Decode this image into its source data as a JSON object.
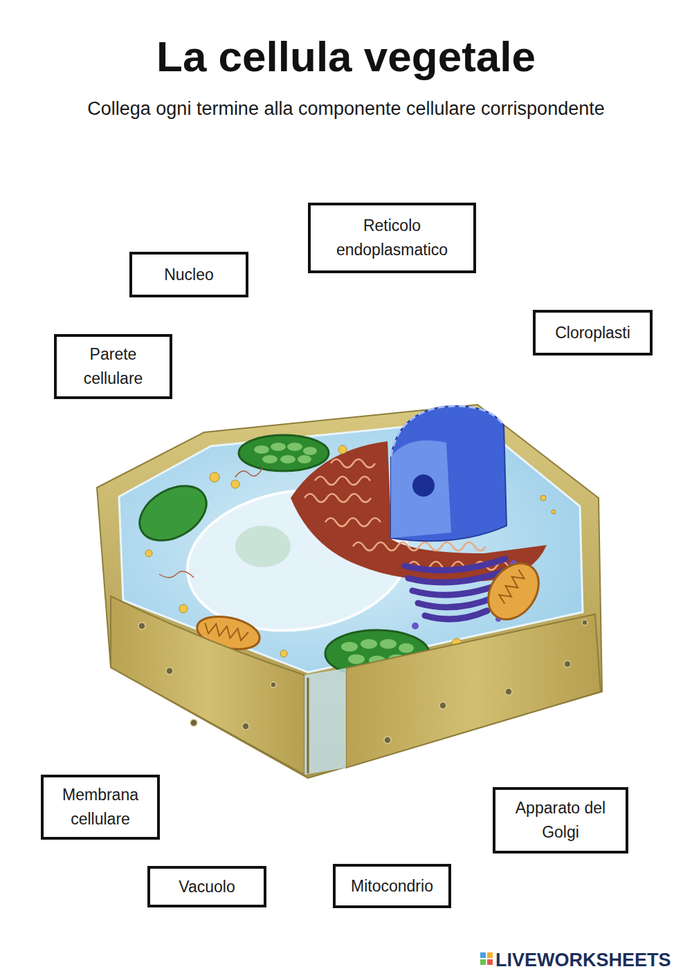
{
  "diagram": {
    "title": "La cellula vegetale",
    "nodes": [
      {
        "text": [
          "Reticolo endoplasmatico"
        ]
      },
      {
        "text": [
          "Nucleo"
        ]
      },
      {
        "text": [
          "Cloroplasti"
        ]
      },
      {
        "text": [
          "Parete cellulare"
        ]
      },
      {
        "text": [
          "Membrana cellulare"
        ]
      },
      {
        "text": [
          "Apparato del Golgi"
        ]
      },
      {
        "text": [
          "Vacuolo"
        ]
      },
      {
        "text": [
          "Mitocondrio"
        ]
      }
    ],
    "labels": [
      "Collega ogni termine alla componente cellulare corrispondente",
      "LIVEWORKSHEETS"
    ]
  }
}
